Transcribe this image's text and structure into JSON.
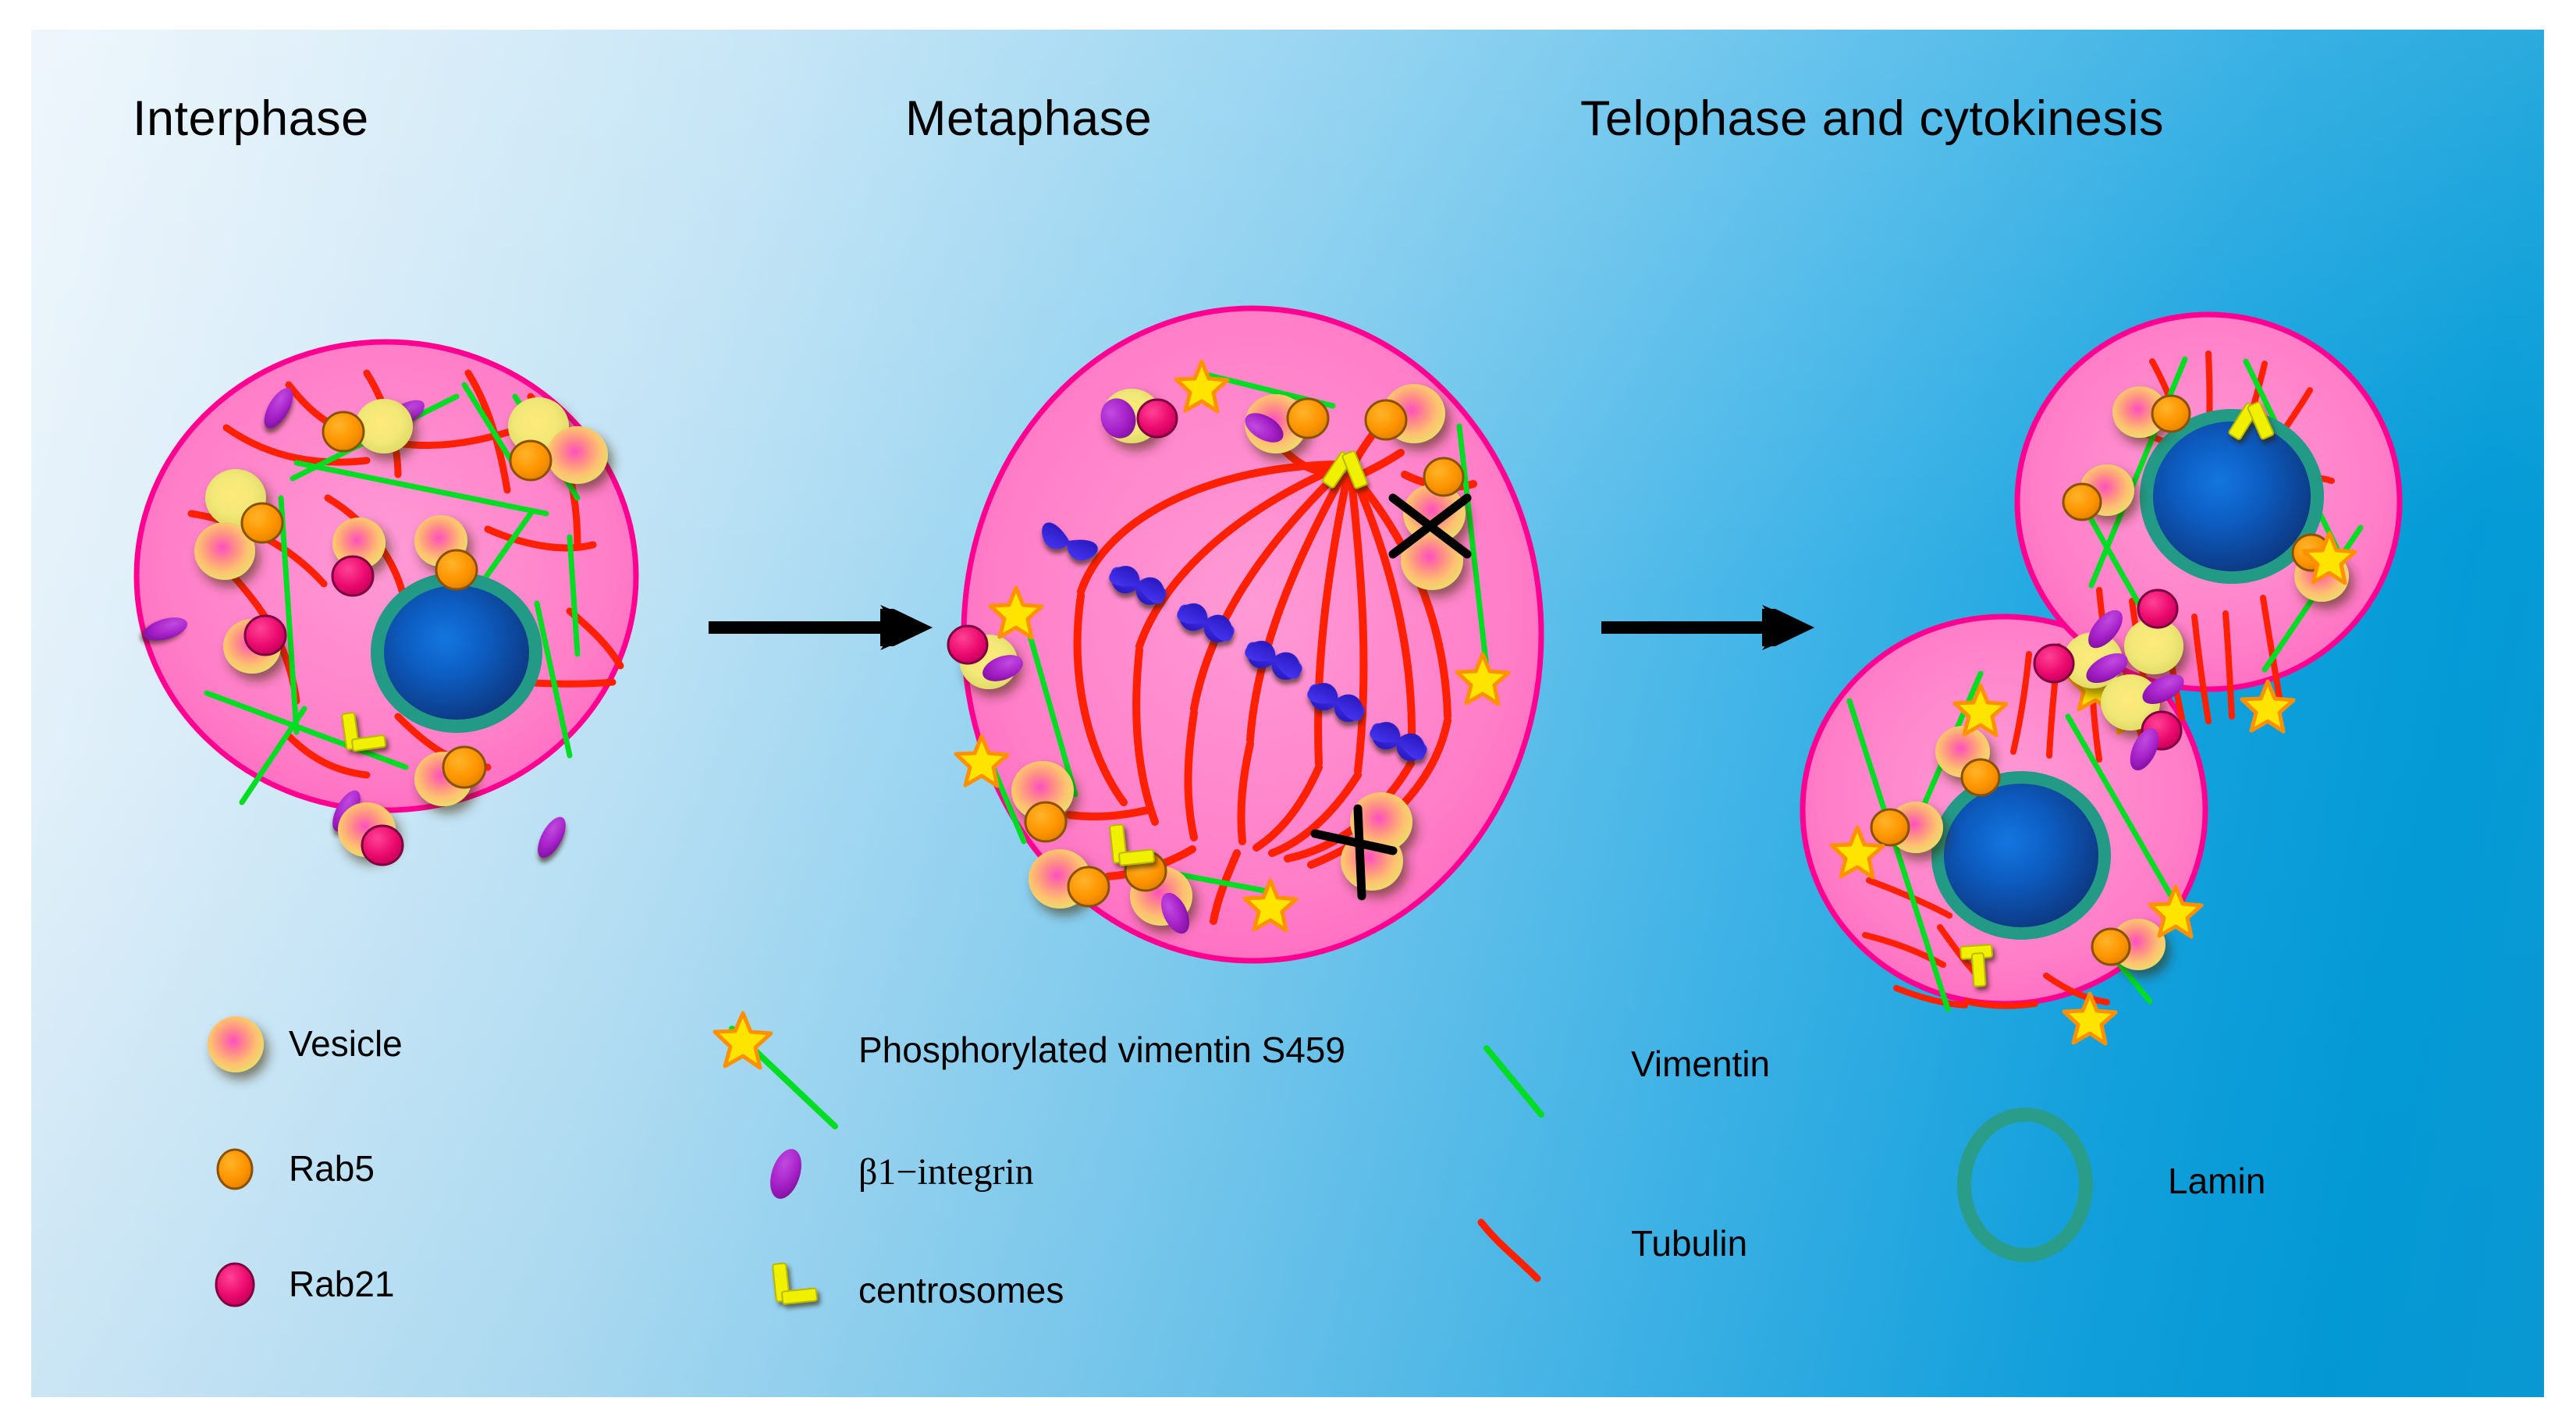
{
  "figure": {
    "subject": "Vimentin phosphorylation and beta1-integrin vesicle trafficking through the cell cycle",
    "background_colors": {
      "left": "#eaf4fb",
      "right": "#039bd7"
    }
  },
  "phases": [
    {
      "id": "interphase",
      "title": "Interphase"
    },
    {
      "id": "metaphase",
      "title": "Metaphase"
    },
    {
      "id": "telophase",
      "title": "Telophase and cytokinesis"
    }
  ],
  "arrows": [
    {
      "name": "arrow-interphase-to-metaphase"
    },
    {
      "name": "arrow-metaphase-to-telophase"
    }
  ],
  "legend": {
    "column_left": [
      {
        "icon": "vesicle-icon",
        "label": "Vesicle",
        "color": "#ffb43c"
      },
      {
        "icon": "rab5-icon",
        "label": "Rab5",
        "color": "#ff9500"
      },
      {
        "icon": "rab21-icon",
        "label": "Rab21",
        "color": "#ec0a70"
      }
    ],
    "column_middle": [
      {
        "icon": "phospho-vimentin-icon",
        "label": "Phosphorylated vimentin S459",
        "color": "#ffe000"
      },
      {
        "icon": "beta1-integrin-icon",
        "label": "β1−integrin",
        "color": "#a520c8"
      },
      {
        "icon": "centrosomes-icon",
        "label": "centrosomes",
        "color": "#f0f000"
      }
    ],
    "column_right": [
      {
        "icon": "vimentin-icon",
        "label": "Vimentin",
        "color": "#00dd22"
      },
      {
        "icon": "tubulin-icon",
        "label": "Tubulin",
        "color": "#ff2000"
      },
      {
        "icon": "lamin-icon",
        "label": "Lamin",
        "color": "#2a9d8a"
      }
    ]
  },
  "cell_parts": {
    "cytoplasm_fill": "#ff8cce",
    "cytoplasm_border": "#ff0090",
    "nucleus_ring": "#239a86",
    "nucleus_inner_light": "#0a6bd0",
    "nucleus_inner_dark": "#0e2f70",
    "chromosome": "#3322dd",
    "microtubule": "#ff2000",
    "vimentin_filament": "#00dd22",
    "star_fill": "#ffe400",
    "star_stroke": "#ff9100",
    "cross_mark": "#000000"
  }
}
